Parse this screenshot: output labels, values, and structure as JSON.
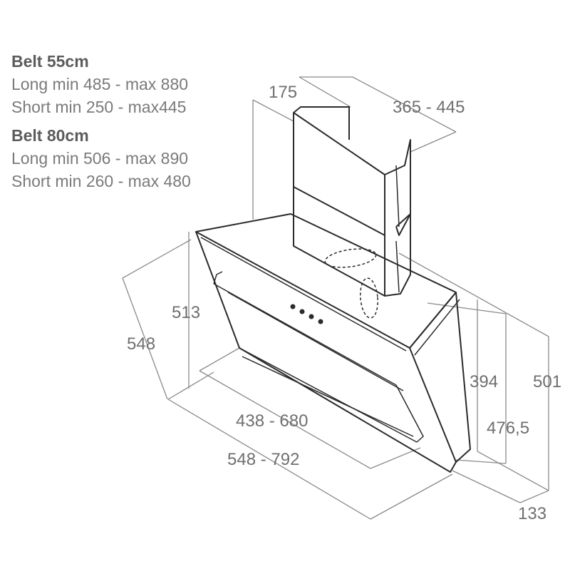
{
  "specs": [
    {
      "heading": "Belt 55cm",
      "long": "Long min 485 - max 880",
      "short": "Short min 250 - max445"
    },
    {
      "heading": "Belt 80cm",
      "long": "Long min 506 - max 890",
      "short": "Short min 260 - max 480"
    }
  ],
  "dimensions": {
    "chimney_depth": "175",
    "chimney_width": "365 - 445",
    "glass_height": "513",
    "body_depth": "548",
    "body_height_front": "394",
    "body_height_total": "501",
    "body_height_mid": "476,5",
    "width_inner": "438 - 680",
    "width_outer": "548 - 792",
    "base_depth": "133"
  },
  "colors": {
    "outline": "#2b2b2b",
    "dimension_line": "#8a8a8a",
    "text": "#7a7a7a"
  }
}
